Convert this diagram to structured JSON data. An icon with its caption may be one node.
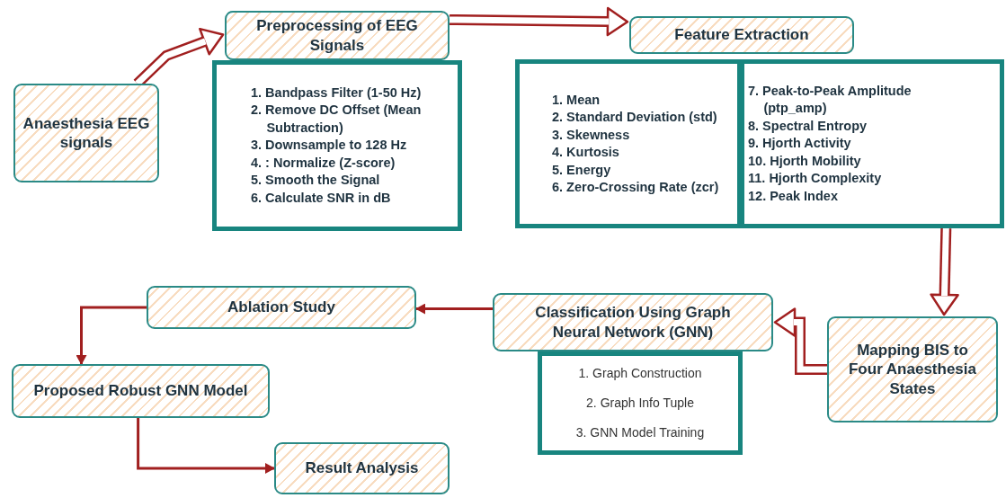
{
  "diagram": {
    "nodes": [
      {
        "text": [
          "Anaesthesia EEG signals"
        ]
      },
      {
        "text": [
          "Preprocessing of EEG Signals"
        ]
      },
      {
        "text": [
          "1. Bandpass Filter (1-50 Hz)",
          "2. Remove DC Offset (Mean Subtraction)",
          "3. Downsample to 128 Hz",
          "4. : Normalize (Z-score)",
          "5. Smooth the Signal",
          "6. Calculate SNR in dB"
        ]
      },
      {
        "text": [
          "Feature Extraction"
        ]
      },
      {
        "text": [
          "1. Mean",
          "2. Standard Deviation (std)",
          "3. Skewness",
          "4. Kurtosis",
          "5. Energy",
          "6. Zero-Crossing Rate (zcr)"
        ]
      },
      {
        "text": [
          "7. Peak-to-Peak Amplitude (ptp_amp)",
          "8. Spectral Entropy",
          "9. Hjorth Activity",
          "10. Hjorth Mobility",
          "11. Hjorth Complexity",
          "12. Peak Index"
        ]
      },
      {
        "text": [
          "Mapping BIS to Four Anaesthesia States"
        ]
      },
      {
        "text": [
          "Classification Using Graph Neural Network (GNN)"
        ]
      },
      {
        "text": [
          "1. Graph Construction",
          "2. Graph Info Tuple",
          "3. GNN Model Training"
        ]
      },
      {
        "text": [
          "Ablation Study"
        ]
      },
      {
        "text": [
          "Proposed Robust GNN Model"
        ]
      },
      {
        "text": [
          "Result Analysis"
        ]
      }
    ],
    "edges": [
      {
        "from": 0,
        "to": 1,
        "arrow": "to"
      },
      {
        "from": 1,
        "to": 3,
        "arrow": "to"
      },
      {
        "from": 5,
        "to": 6,
        "arrow": "to"
      },
      {
        "from": 6,
        "to": 7,
        "arrow": "to"
      },
      {
        "from": 7,
        "to": 9,
        "arrow": "to"
      },
      {
        "from": 9,
        "to": 10,
        "arrow": "to"
      },
      {
        "from": 10,
        "to": 11,
        "arrow": "to"
      }
    ]
  }
}
